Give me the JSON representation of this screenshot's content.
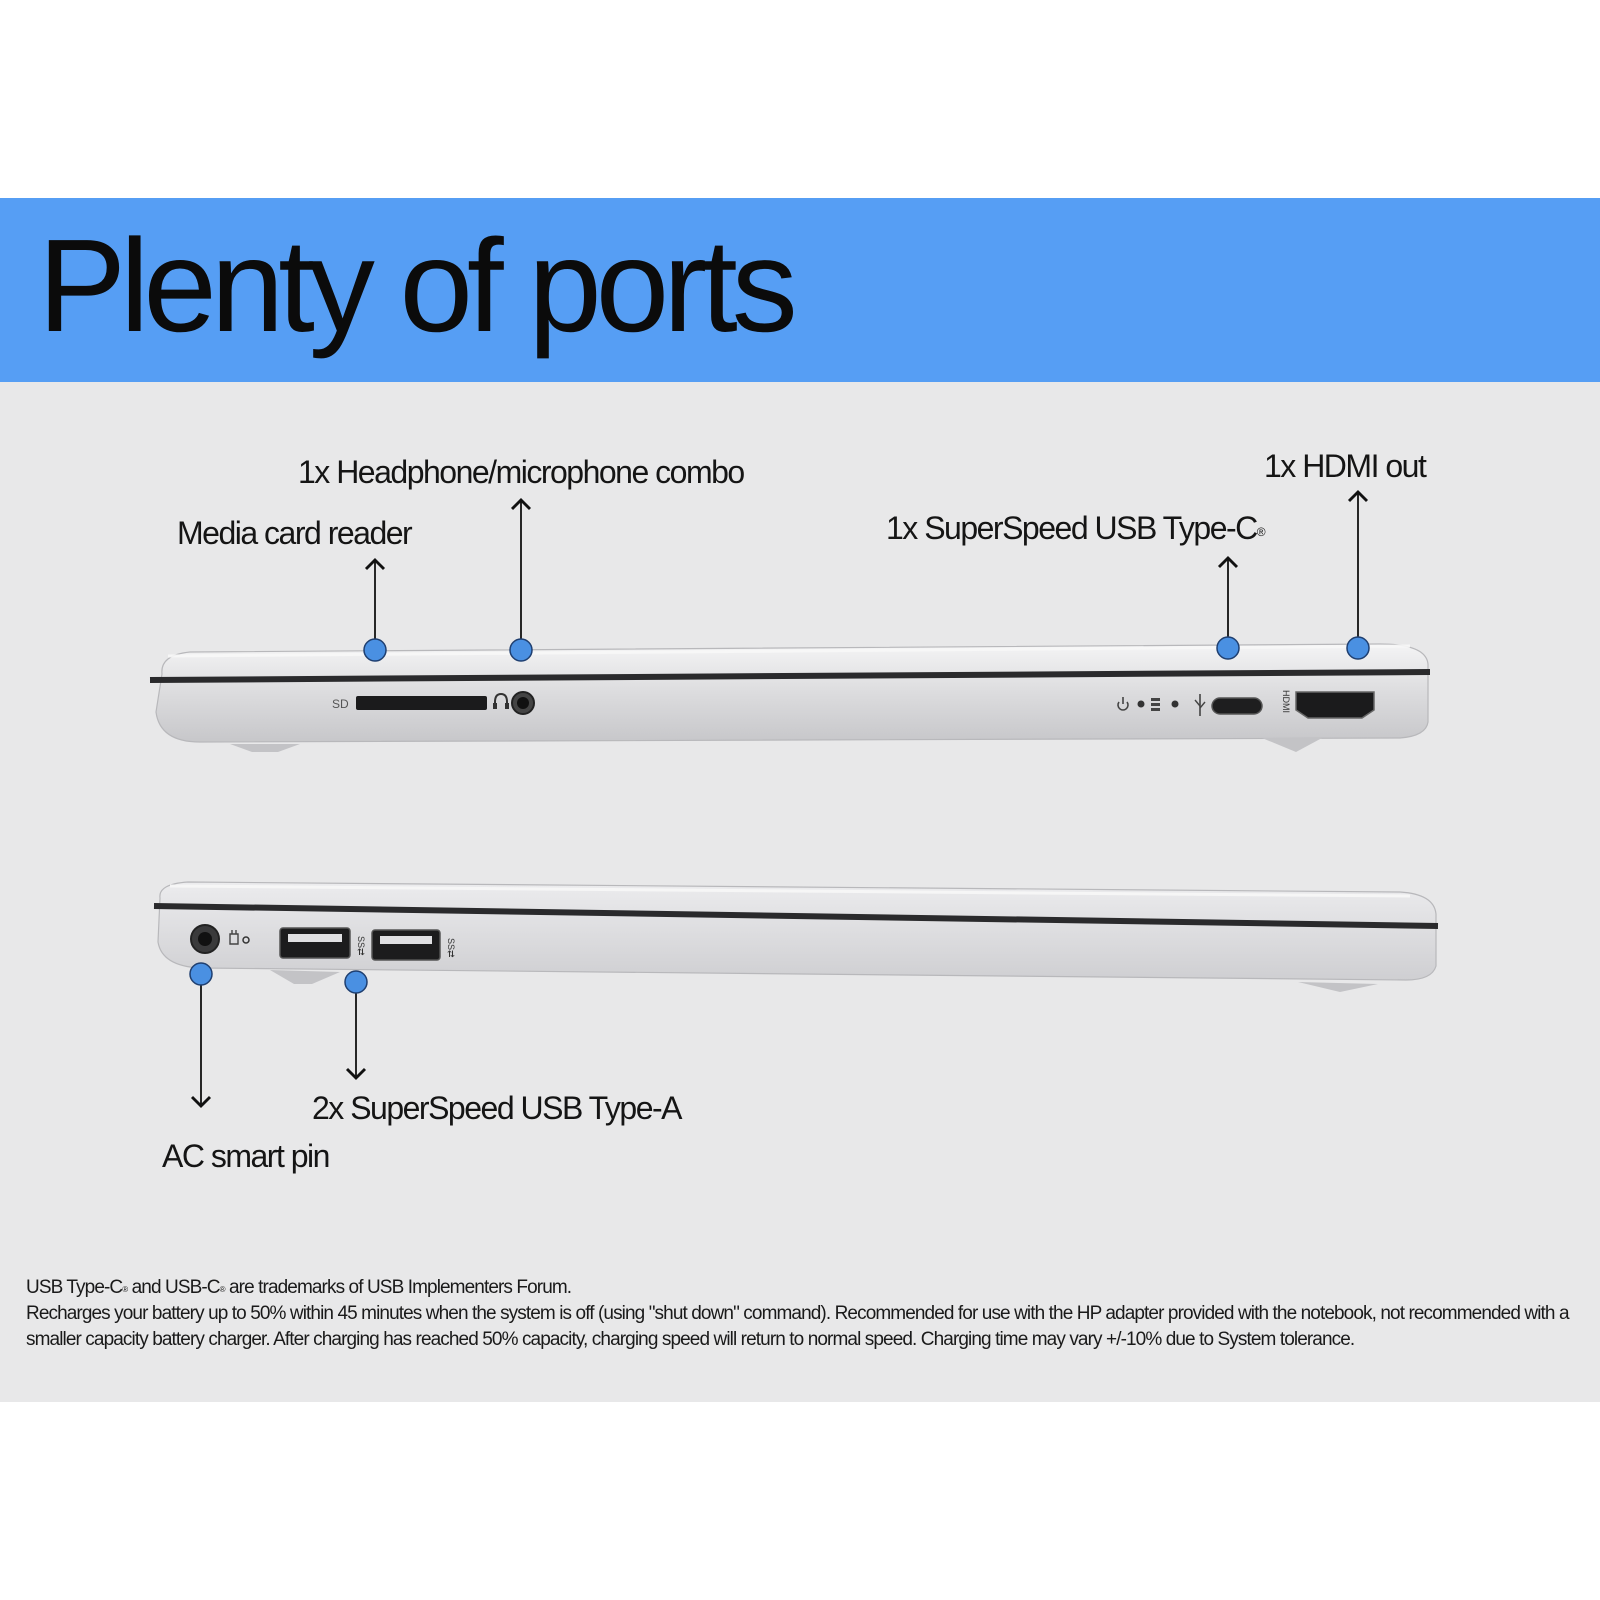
{
  "title": "Plenty of ports",
  "colors": {
    "accent_blue": "#569ef4",
    "panel_gray": "#e8e8e9",
    "marker_blue": "#4a90e2",
    "laptop_silver": "#d9d9db"
  },
  "callouts": {
    "headphone": "1x Headphone/microphone combo",
    "media_card": "Media card reader",
    "usb_c_main": "1x SuperSpeed USB Type-C",
    "usb_c_mark": "®",
    "hdmi": "1x HDMI out",
    "usb_a": "2x SuperSpeed USB Type-A",
    "ac_pin": "AC smart pin"
  },
  "port_labels": {
    "sd": "SD",
    "hdmi": "HDMI"
  },
  "footnote": {
    "trademark_a": "USB Type-C",
    "trademark_b": " and USB-C",
    "trademark_c": " are trademarks of USB Implementers Forum.",
    "mark": "®",
    "charging": "Recharges your battery up to 50% within 45 minutes when the system is off (using \"shut down\" command). Recommended for use with the HP adapter provided with the notebook, not recommended with a smaller capacity battery charger. After charging has reached 50% capacity, charging speed will return to normal speed. Charging time may vary +/-10% due to System tolerance."
  },
  "icons": [
    "headphone-icon",
    "power-icon",
    "led-icon",
    "storage-icon",
    "usb-icon",
    "charge-icon",
    "superspeed-icon"
  ]
}
